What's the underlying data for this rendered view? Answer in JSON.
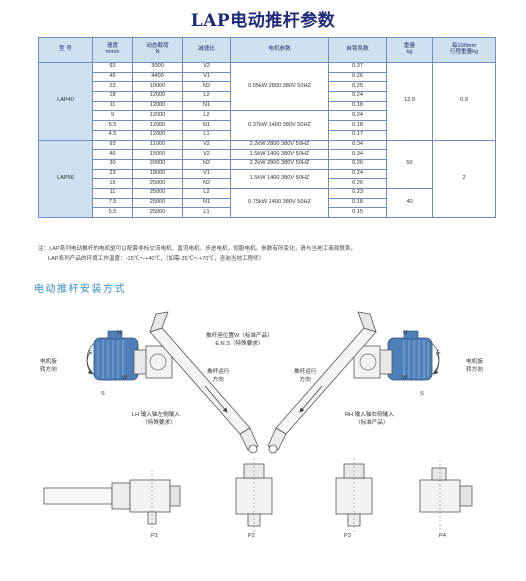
{
  "title": "LAP电动推杆参数",
  "table": {
    "headers": {
      "model": "型 号",
      "speed": "速度",
      "speed_unit": "mm/s",
      "load": "动态载荷",
      "load_unit": "N",
      "ratio": "减速比",
      "motor": "电机参数",
      "lock": "自锁系数",
      "weight": "重量",
      "weight_unit": "kg",
      "stroke_weight": "每100mm",
      "stroke_weight_2": "行程重量kg"
    },
    "lap40": {
      "model": "LAP40",
      "rows": [
        {
          "speed": "93",
          "load": "3000",
          "ratio": "V2",
          "lock": "0.37"
        },
        {
          "speed": "46",
          "load": "4400",
          "ratio": "V1",
          "lock": "0.26"
        },
        {
          "speed": "23",
          "load": "10000",
          "ratio": "N2",
          "lock": "0.25"
        },
        {
          "speed": "18",
          "load": "12000",
          "ratio": "L2",
          "lock": "0.24"
        },
        {
          "speed": "11",
          "load": "12000",
          "ratio": "N1",
          "lock": "0.18"
        },
        {
          "speed": "9",
          "load": "12000",
          "ratio": "L2",
          "lock": "0.24"
        },
        {
          "speed": "5.5",
          "load": "12000",
          "ratio": "N1",
          "lock": "0.18"
        },
        {
          "speed": "4.5",
          "load": "12000",
          "ratio": "L1",
          "lock": "0.17"
        }
      ],
      "motor_a": "0.55kW 2800 380V 50HZ",
      "motor_b": "0.37kW 1400 380V 50HZ",
      "weight": "12.9",
      "stroke_weight": "0.9"
    },
    "lap56": {
      "model": "LAP56",
      "rows": [
        {
          "speed": "93",
          "load": "11000",
          "ratio": "V2",
          "lock": "0.34"
        },
        {
          "speed": "46",
          "load": "15000",
          "ratio": "V2",
          "lock": "0.34"
        },
        {
          "speed": "30",
          "load": "20000",
          "ratio": "N2",
          "lock": "0.26"
        },
        {
          "speed": "23",
          "load": "18000",
          "ratio": "V1",
          "lock": "0.24"
        },
        {
          "speed": "15",
          "load": "25000",
          "ratio": "N2",
          "lock": "0.26"
        },
        {
          "speed": "11",
          "load": "25000",
          "ratio": "L2",
          "lock": "0.23"
        },
        {
          "speed": "7.5",
          "load": "25000",
          "ratio": "N1",
          "lock": "0.18"
        },
        {
          "speed": "5.5",
          "load": "25000",
          "ratio": "L1",
          "lock": "0.15"
        }
      ],
      "motor_1": "2.2kW 2800 380V 50HZ",
      "motor_2": "1.5kW 1400 380V 50HZ",
      "motor_3": "2.2kW 2800 380V 50HZ",
      "motor_4": "1.5kW 1400 380V 50HZ",
      "motor_5": "0.75kW 1400 380V 50HZ",
      "weight_a": "50",
      "weight_b": "40",
      "stroke_weight": "2"
    }
  },
  "notes": {
    "line1": "注：LAP系列电动推杆的电机驱可以配套非标交流电机、直流电机、步进电机，伺服电机。参数有所变化，请与当地工商局联系。",
    "line2": "LAP系列产品的环境工作温度：-15℃～+40℃，（如需-35℃～+70℃，咨询当地工程师）"
  },
  "section_title": "电动推杆安装方式",
  "diagram": {
    "left": {
      "N": "N",
      "S": "S",
      "W": "W",
      "E": "E",
      "rotation": "电机旋",
      "rotation_2": "转方向",
      "stroke": "推杆运行",
      "stroke_2": "方向",
      "caption": "LH 输入轴左侧输入",
      "caption_2": "（特殊要求）"
    },
    "center": {
      "position": "推杆座位置W（标准产品）",
      "special": "E.N.S（特殊要求）"
    },
    "right": {
      "N": "N",
      "S": "S",
      "W": "W",
      "E": "E",
      "rotation": "电机旋",
      "rotation_2": "转方向",
      "stroke": "推杆运行",
      "stroke_2": "方向",
      "caption": "RH 输入轴右侧输入",
      "caption_2": "（标准产品）"
    },
    "positions": [
      "P1",
      "P2",
      "P3",
      "P4"
    ]
  },
  "colors": {
    "title": "#1e2a78",
    "header_bg": "#cfe0f1",
    "border": "#6f8fc0",
    "section": "#3a8fc9",
    "motor_blue": "#4d7fb8"
  }
}
